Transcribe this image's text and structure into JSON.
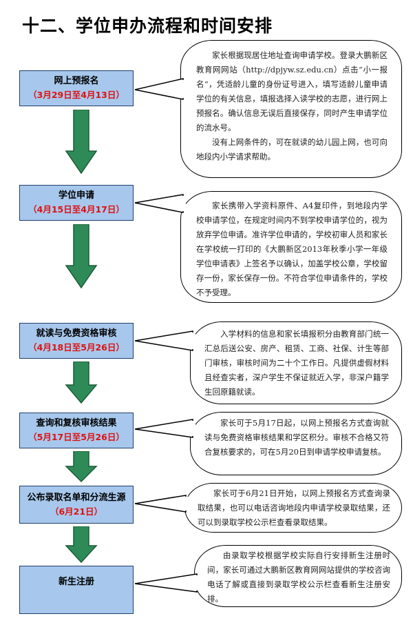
{
  "title": "十二、学位申办流程和时间安排",
  "steps": [
    {
      "name": "网上预报名",
      "date": "（3月29日至4月13日）"
    },
    {
      "name": "学位申请",
      "date": "（4月15日至4月17日）"
    },
    {
      "name": "就读与免费资格审核",
      "date": "（4月18日至5月26日）"
    },
    {
      "name": "查询和复核审核结果",
      "date": "（5月17日至5月26日）"
    },
    {
      "name": "公布录取名单和分流生源",
      "date": "（6月21日）"
    },
    {
      "name": "新生注册",
      "date": ""
    }
  ],
  "notes": [
    {
      "paragraphs": [
        "家长根据现居住地址查询申请学校。登录大鹏新区教育网网站（http://dpjyw.sz.edu.cn）点击“小一报名”，凭适龄儿童的身份证号进入，填写适龄儿童申请学位的有关信息，填报选择入读学校的志愿，进行网上预报名。确认信息无误后直接保存，同时产生申请学位的流水号。",
        "没有上网条件的，可在就读的幼儿园上网，也可向地段内小学请求帮助。"
      ]
    },
    {
      "paragraphs": [
        "家长携带入学资料原件、A4复印件，到地段内学校申请学位，在规定时间内不到学校申请学位的，视为放弃学位申请。准许学位申请的，学校初审人员和家长在学校统一打印的《大鹏新区2013年秋季小学一年级学位申请表》上签名予以确认，加盖学校公章，学校留存一份，家长保存一份。不符合学位申请条件的，学校不予受理。"
      ]
    },
    {
      "paragraphs": [
        "入学材料的信息和家长填报积分由教育部门统一汇总后送公安、房产、租赁、工商、社保、计生等部门审核，审核时间为二十个工作日。凡提供虚假材料且经查实者，深户学生不保证就近入学，非深户籍学生回原籍就读。"
      ]
    },
    {
      "paragraphs": [
        "家长可于5月17日起，以网上预报名方式查询就读与免费资格审核结果和学区积分。审核不合格又符合复核要求的，可在5月20日到申请学校申请复核。"
      ]
    },
    {
      "paragraphs": [
        "家长可于6月21日开始，以网上预报名方式查询录取结果，也可以电话咨询地段内申请学校录取结果，还可以到录取学校公示栏查看录取结果。"
      ]
    },
    {
      "paragraphs": [
        "由录取学校根据学校实际自行安排新生注册时间，家长可通过大鹏新区教育网网站提供的学校咨询电话了解或直接到录取学校公示栏查看新生注册安排。"
      ]
    }
  ],
  "colors": {
    "step_fill": "#a7c8ec",
    "step_border": "#1f3d6b",
    "date_text": "#e01010",
    "arrow_fill": "#2e8b57",
    "arrow_stroke": "#1a5c36"
  }
}
